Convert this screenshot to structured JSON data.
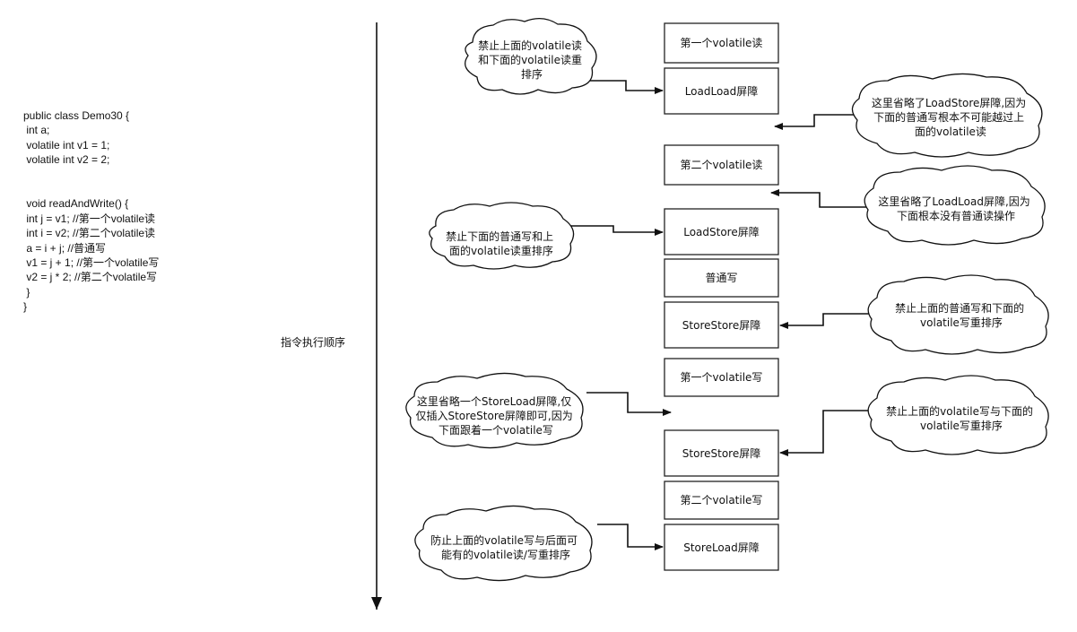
{
  "code": {
    "lines": [
      "public class Demo30 {",
      " int a;",
      " volatile int v1 = 1;",
      " volatile int v2 = 2;",
      "",
      "",
      " void readAndWrite() {",
      " int j = v1; //第一个volatile读",
      " int i = v2; //第二个volatile读",
      " a = i + j; //普通写",
      " v1 = j + 1; //第一个volatile写",
      " v2 = j * 2; //第二个volatile写",
      " }",
      "}"
    ]
  },
  "axis": {
    "label": "指令执行顺序"
  },
  "boxes": [
    {
      "id": "box-first-volatile-read",
      "label": "第一个volatile读"
    },
    {
      "id": "box-loadload-barrier-1",
      "label": "LoadLoad屏障"
    },
    {
      "id": "box-second-volatile-read",
      "label": "第二个volatile读"
    },
    {
      "id": "box-loadstore-barrier",
      "label": "LoadStore屏障"
    },
    {
      "id": "box-normal-write",
      "label": "普通写"
    },
    {
      "id": "box-storestore-barrier-1",
      "label": "StoreStore屏障"
    },
    {
      "id": "box-first-volatile-write",
      "label": "第一个volatile写"
    },
    {
      "id": "box-storestore-barrier-2",
      "label": "StoreStore屏障"
    },
    {
      "id": "box-second-volatile-write",
      "label": "第二个volatile写"
    },
    {
      "id": "box-storeload-barrier",
      "label": "StoreLoad屏障"
    }
  ],
  "notes": [
    {
      "id": "note-forbid-read-read",
      "lines": [
        "禁止上面的volatile读",
        "和下面的volatile读重",
        "排序"
      ]
    },
    {
      "id": "note-omit-loadstore",
      "lines": [
        "这里省略了LoadStore屏障,因为",
        "下面的普通写根本不可能越过上",
        "面的volatile读"
      ]
    },
    {
      "id": "note-omit-loadload",
      "lines": [
        "这里省略了LoadLoad屏障,因为",
        "下面根本没有普通读操作"
      ]
    },
    {
      "id": "note-forbid-write-read",
      "lines": [
        "禁止下面的普通写和上",
        "面的volatile读重排序"
      ]
    },
    {
      "id": "note-forbid-normal-volatile-write",
      "lines": [
        "禁止上面的普通写和下面的",
        "volatile写重排序"
      ]
    },
    {
      "id": "note-omit-storeload",
      "lines": [
        "这里省略一个StoreLoad屏障,仅",
        "仅插入StoreStore屏障即可,因为",
        "下面跟着一个volatile写"
      ]
    },
    {
      "id": "note-forbid-volatile-writes",
      "lines": [
        "禁止上面的volatile写与下面的",
        "volatile写重排序"
      ]
    },
    {
      "id": "note-prevent-write-readwrite",
      "lines": [
        "防止上面的volatile写与后面可",
        "能有的volatile读/写重排序"
      ]
    }
  ]
}
